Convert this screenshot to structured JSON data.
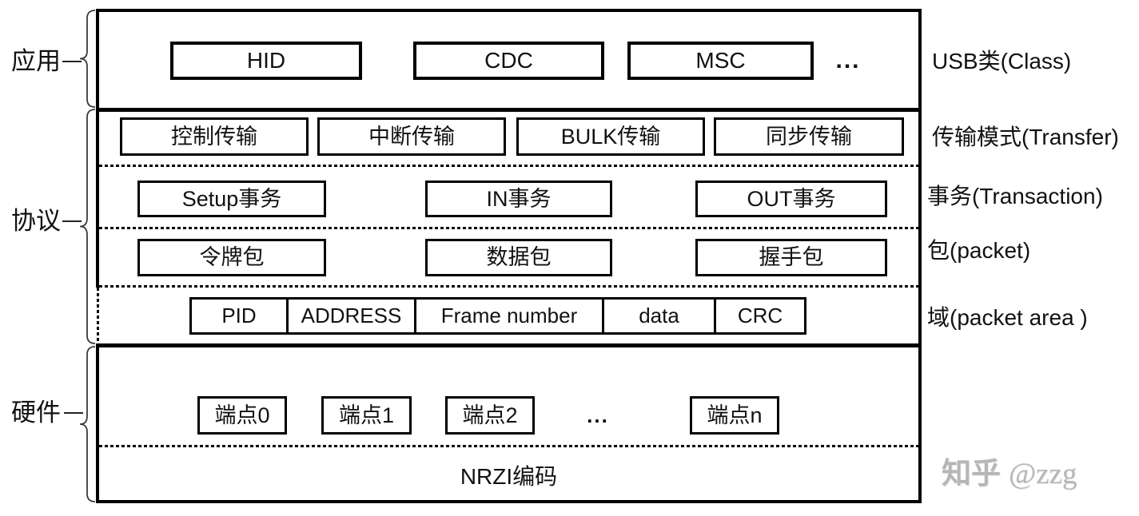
{
  "left_labels": {
    "application": "应用",
    "protocol": "协议",
    "hardware": "硬件"
  },
  "right_labels": {
    "usb_class": "USB类(Class)",
    "transfer": "传输模式(Transfer)",
    "transaction": "事务(Transaction)",
    "packet": "包(packet)",
    "field": "域(packet  area )"
  },
  "rows": {
    "usb_class": {
      "items": [
        "HID",
        "CDC",
        "MSC"
      ],
      "more": "..."
    },
    "transfer": {
      "items": [
        "控制传输",
        "中断传输",
        "BULK传输",
        "同步传输"
      ]
    },
    "transaction": {
      "items": [
        "Setup事务",
        "IN事务",
        "OUT事务"
      ]
    },
    "packet": {
      "items": [
        "令牌包",
        "数据包",
        "握手包"
      ]
    },
    "field": {
      "cells": [
        "PID",
        "ADDRESS",
        "Frame number",
        "data",
        "CRC"
      ]
    },
    "endpoint": {
      "items": [
        "端点0",
        "端点1",
        "端点2",
        "端点n"
      ],
      "more": "..."
    },
    "encoding": "NRZI编码"
  },
  "watermark": {
    "brand": "知乎",
    "author": "@zzg"
  },
  "colors": {
    "line": "#000000",
    "watermark_gray": "#b6b6b6"
  }
}
